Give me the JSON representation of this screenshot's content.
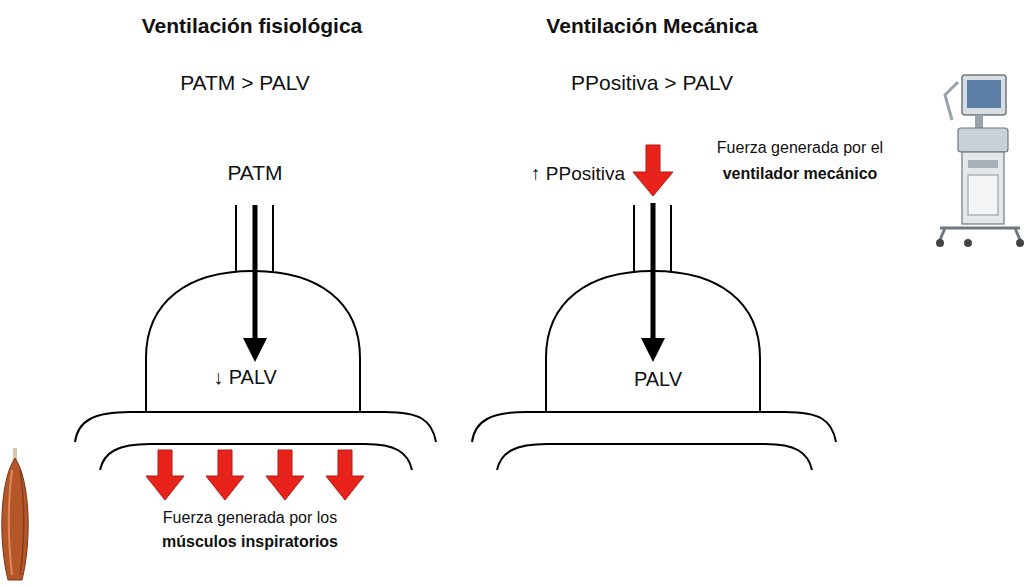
{
  "diagram": {
    "nodes": [
      {
        "text": [
          "↓ PALV"
        ]
      },
      {
        "text": [
          "PALV"
        ]
      }
    ],
    "labels": [
      "Ventilación fisiológica",
      "Ventilación Mecánica",
      "PATM > PALV",
      "PPositiva > PALV",
      "PATM",
      "↑ PPositiva",
      "Fuerza generada por el",
      "ventilador mecánico",
      "Fuerza generada por los",
      "músculos inspiratorios"
    ]
  }
}
